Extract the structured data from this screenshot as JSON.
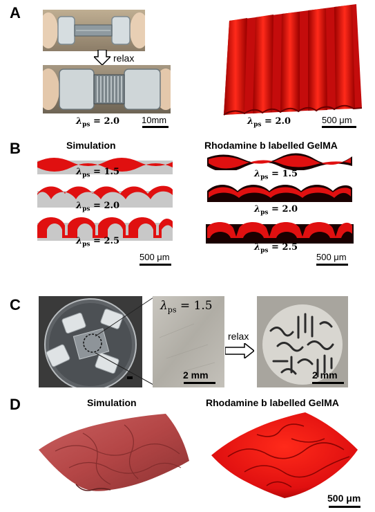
{
  "panels": {
    "a": {
      "letter": "A",
      "relax_label": "relax",
      "lambda_left": "= 2.0",
      "lambda_right": "= 2.0",
      "scale_left": "10mm",
      "scale_right": "500 μm"
    },
    "b": {
      "letter": "B",
      "sim_title": "Simulation",
      "exp_title": "Rhodamine b labelled GelMA",
      "lambdas": [
        "= 1.5",
        "= 2.0",
        "= 2.5"
      ],
      "scale_left": "500 μm",
      "scale_right": "500 μm"
    },
    "c": {
      "letter": "C",
      "lambda_label": "= 1.5",
      "relax_label": "relax",
      "scale_mid": "2 mm",
      "scale_right": "2 mm"
    },
    "d": {
      "letter": "D",
      "sim_title": "Simulation",
      "exp_title": "Rhodamine b labelled GelMA",
      "scale": "500 μm"
    }
  },
  "symbols": {
    "lambda": "λ",
    "lambda_sub": "ps"
  },
  "colors": {
    "red": "#e01010",
    "gray": "#c8c8c8",
    "dark_red": "#5a0000",
    "sim_surface": "#b84a4a"
  }
}
